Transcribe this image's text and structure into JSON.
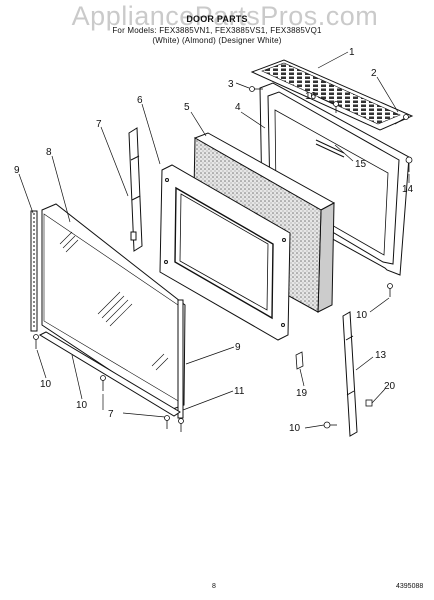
{
  "watermark": "AppliancePartsPros.com",
  "header": {
    "title": "DOOR PARTS",
    "models": "For Models: FEX3885VN1, FEX3885VS1, FEX3885VQ1",
    "colors": "(White)          (Almond)   (Designer White)"
  },
  "callouts": [
    "1",
    "2",
    "3",
    "4",
    "5",
    "6",
    "7",
    "8",
    "9",
    "16",
    "15",
    "14",
    "10",
    "9",
    "10",
    "11",
    "10",
    "7",
    "13",
    "19",
    "20",
    "10"
  ],
  "footer": {
    "page": "8",
    "part_number": "4395088"
  }
}
